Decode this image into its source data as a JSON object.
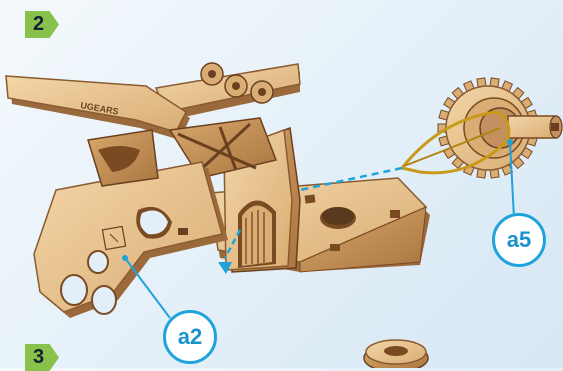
{
  "steps": [
    {
      "number": "2"
    },
    {
      "number": "3"
    }
  ],
  "callouts": {
    "a5": "a5",
    "a2": "a2"
  },
  "engraving": "UGEARS",
  "colors": {
    "wood_light": "#ecc99a",
    "wood_mid": "#d9ad74",
    "wood_edge": "#9a6a3c",
    "wood_dark": "#5a3a1f",
    "step_badge": "#88c24a",
    "callout_blue": "#1ea3dc",
    "rubber_band": "#c89a1a"
  }
}
